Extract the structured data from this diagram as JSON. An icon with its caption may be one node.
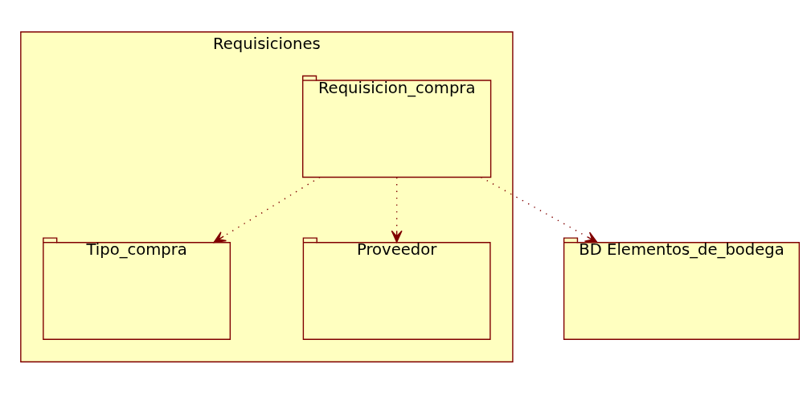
{
  "diagram": {
    "nodes": [
      {
        "text": [
          "Requisiciones"
        ]
      },
      {
        "text": [
          "Requisicion_compra"
        ],
        "in": 0
      },
      {
        "text": [
          "Tipo_compra"
        ],
        "in": 0
      },
      {
        "text": [
          "Proveedor"
        ],
        "in": 0
      },
      {
        "text": [
          "BD Elementos_de_bodega"
        ]
      }
    ],
    "edges": [
      {
        "from": 1,
        "to": 4,
        "arrow": "to"
      },
      {
        "from": 1,
        "to": 2,
        "arrow": "to"
      },
      {
        "from": 1,
        "to": 3,
        "arrow": "to"
      }
    ]
  }
}
